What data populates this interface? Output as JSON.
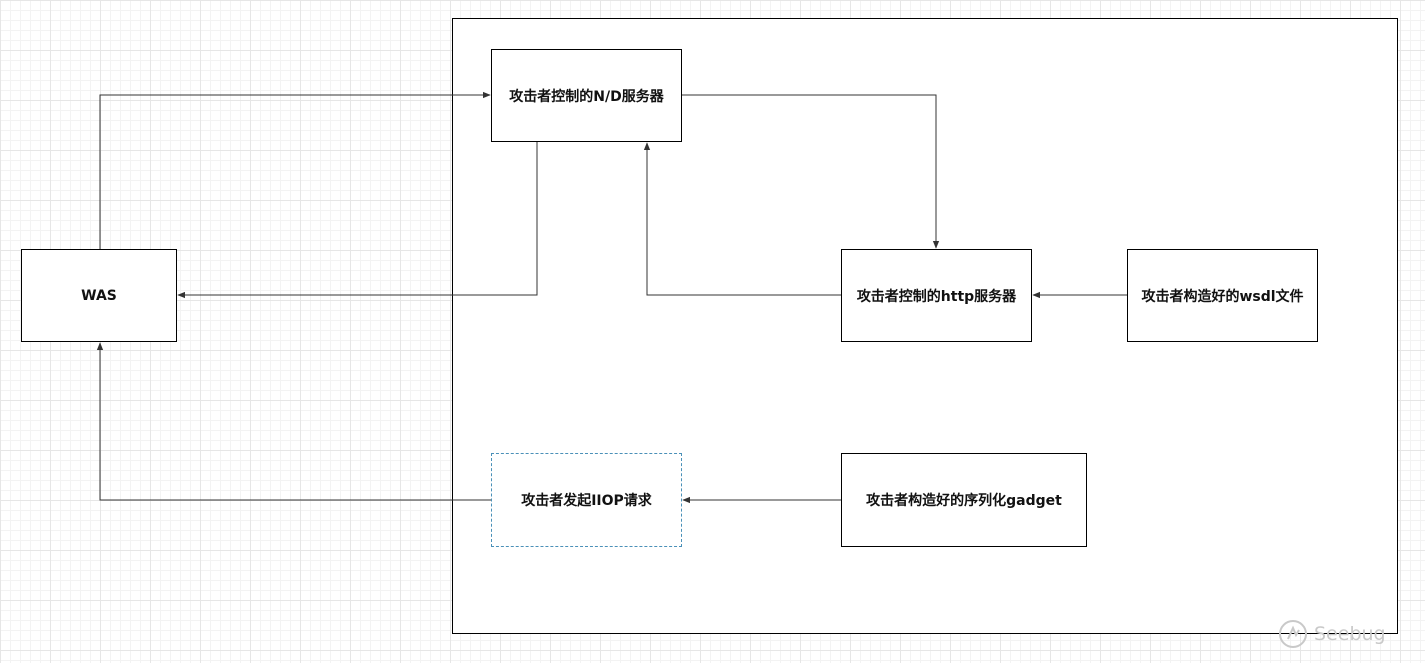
{
  "diagram": {
    "nodes": {
      "was": "WAS",
      "nd_server": "攻击者控制的N/D服务器",
      "http_server": "攻击者控制的http服务器",
      "wsdl_file": "攻击者构造好的wsdl文件",
      "iiop_request": "攻击者发起IIOP请求",
      "gadget": "攻击者构造好的序列化gadget"
    }
  },
  "watermark": {
    "text": "Seebug"
  },
  "colors": {
    "line": "#333333",
    "dashed_border": "#4a90b8",
    "grid": "#e6e6e6"
  }
}
